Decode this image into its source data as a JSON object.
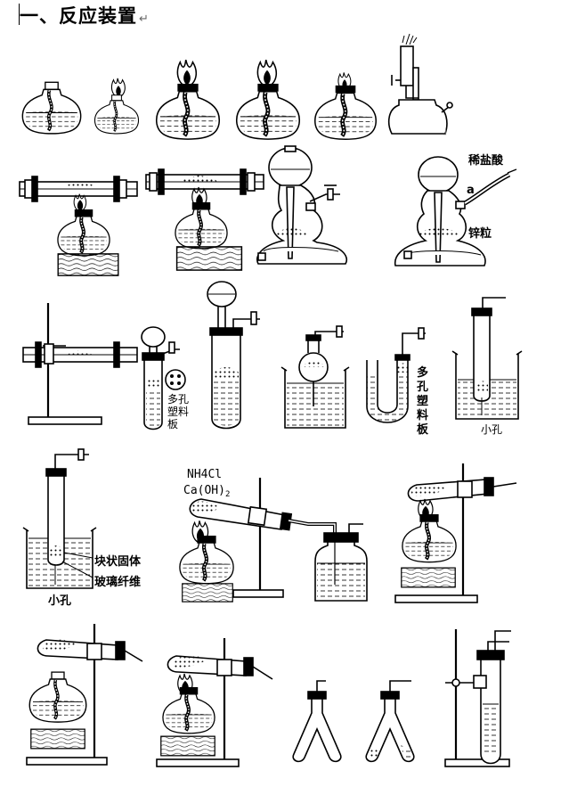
{
  "heading": {
    "text": "一、反应装置",
    "para_mark": "↵"
  },
  "labels": {
    "dilute_hcl": "稀盐酸",
    "valve_a": "a",
    "zinc_granules": "锌粒",
    "porous_plate_1": [
      "多孔",
      "塑料",
      "板"
    ],
    "porous_plate_2": [
      "多",
      "孔",
      "塑",
      "料",
      "板"
    ],
    "small_hole_1": "小孔",
    "block_solid": "块状固体",
    "glass_fiber": "玻璃纤维",
    "small_hole_2": "小孔",
    "nh4cl": "NH4Cl",
    "caoh2_main": "Ca(OH)",
    "caoh2_sub": "2"
  },
  "corner_mark": "┘"
}
